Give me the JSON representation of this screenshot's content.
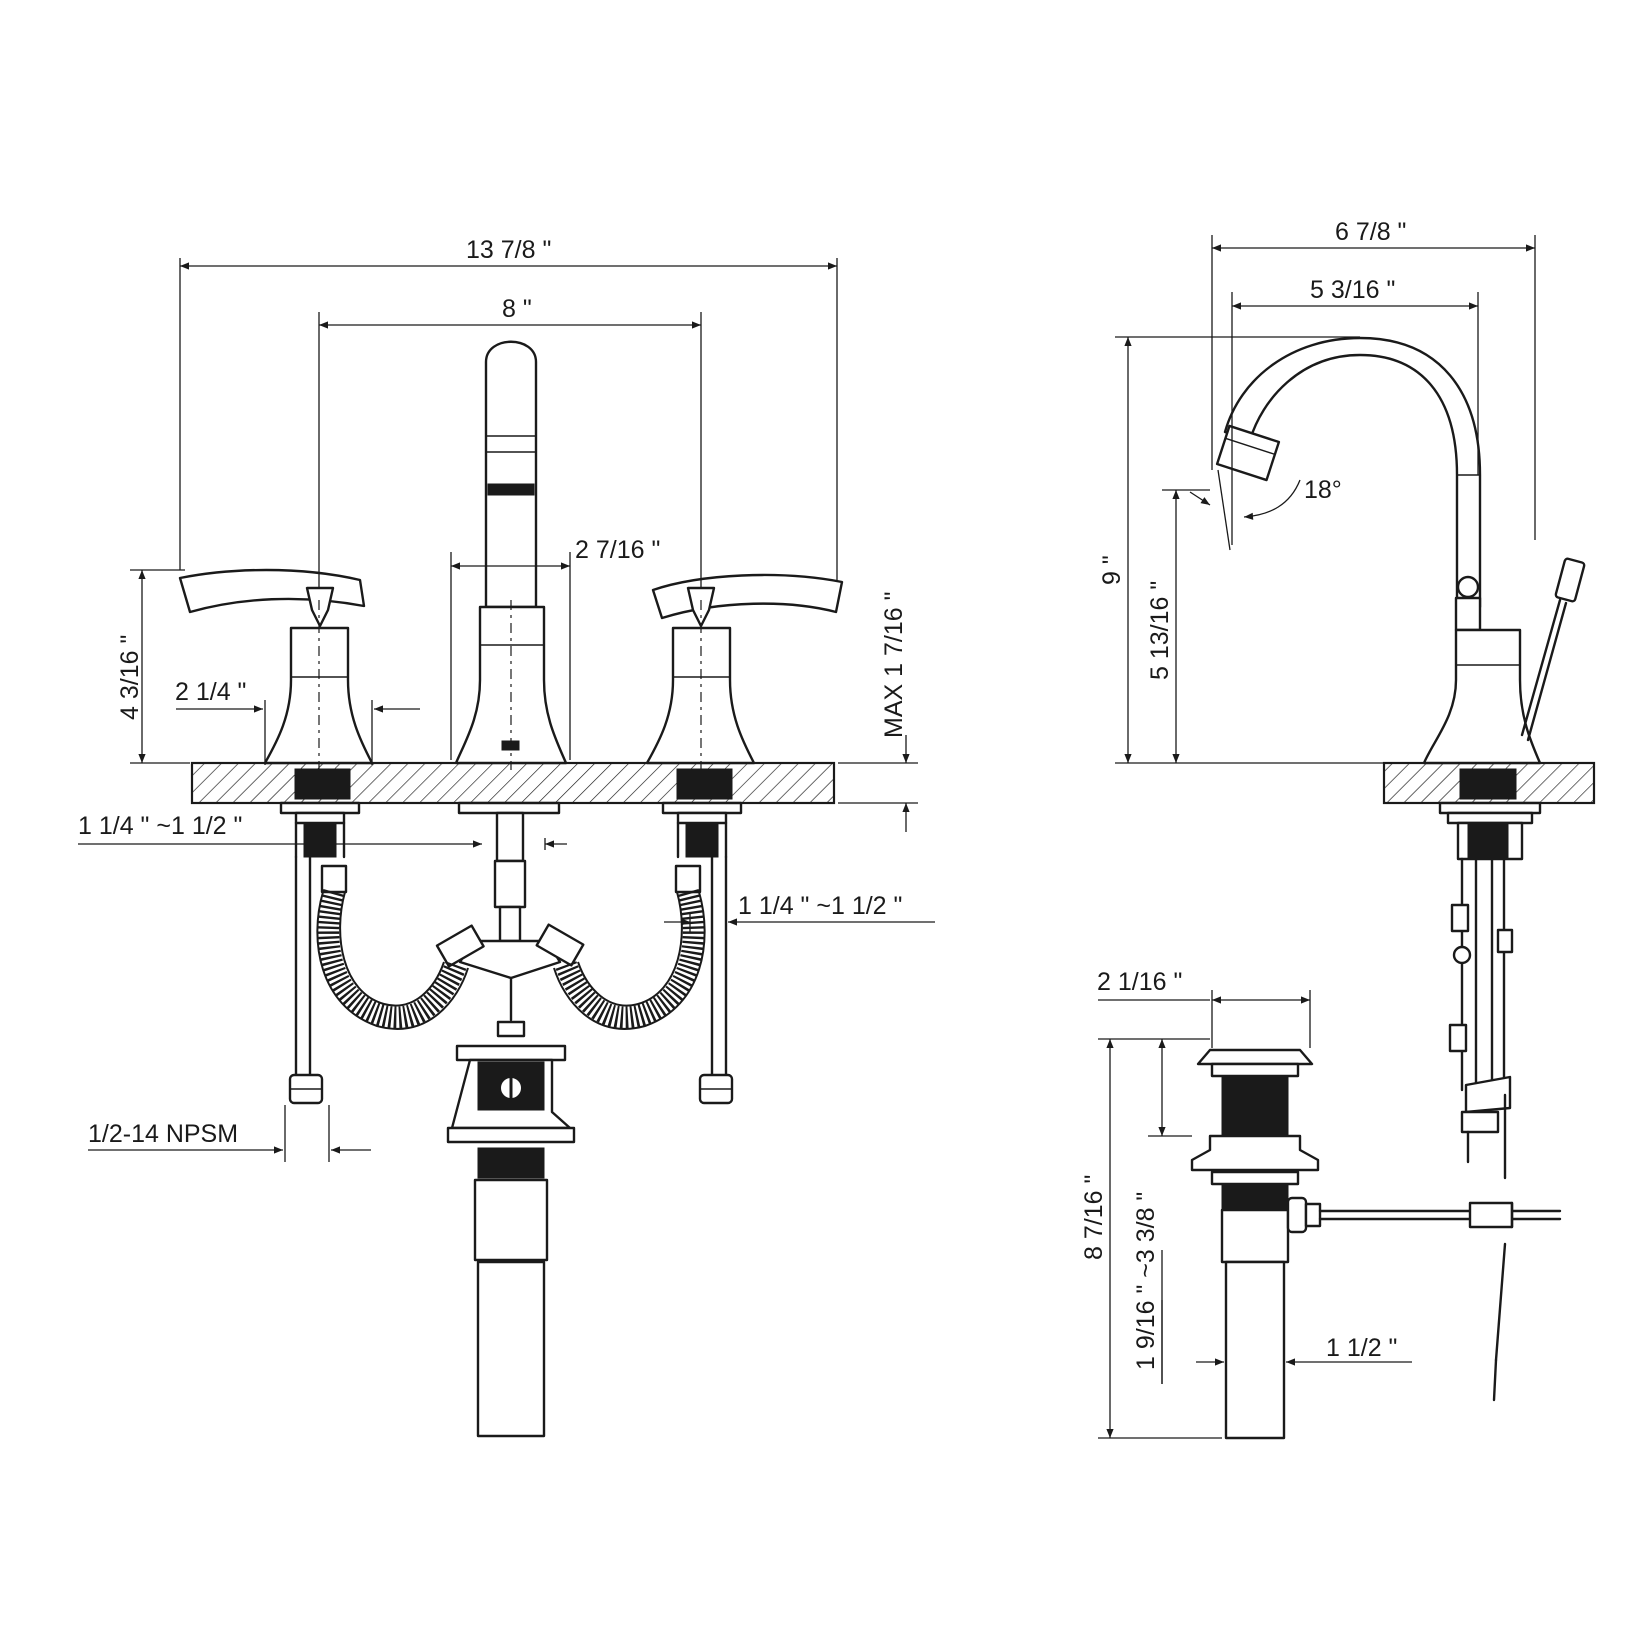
{
  "front_view": {
    "overall_width": "13 7/8 \"",
    "handle_spread": "8 \"",
    "spout_base_width": "2 7/16 \"",
    "handle_height": "4 3/16 \"",
    "handle_base_width": "2 1/4 \"",
    "max_deck_thickness": "MAX 1 7/16 \"",
    "mount_hole_left": "1 1/4 \" ~1 1/2 \"",
    "mount_hole_right": "1 1/4 \" ~1 1/2 \"",
    "thread_spec": "1/2-14 NPSM"
  },
  "side_view": {
    "spout_reach_overall": "6 7/8 \"",
    "spout_reach": "5 3/16 \"",
    "overall_height": "9 \"",
    "spout_clearance": "5 13/16 \"",
    "spout_angle": "18°"
  },
  "drain_view": {
    "flange_width": "2 1/16 \"",
    "overall_length": "8 7/16 \"",
    "body_length": "1 9/16 \" ~3 3/8 \"",
    "tailpiece_diameter": "1 1/2 \""
  }
}
